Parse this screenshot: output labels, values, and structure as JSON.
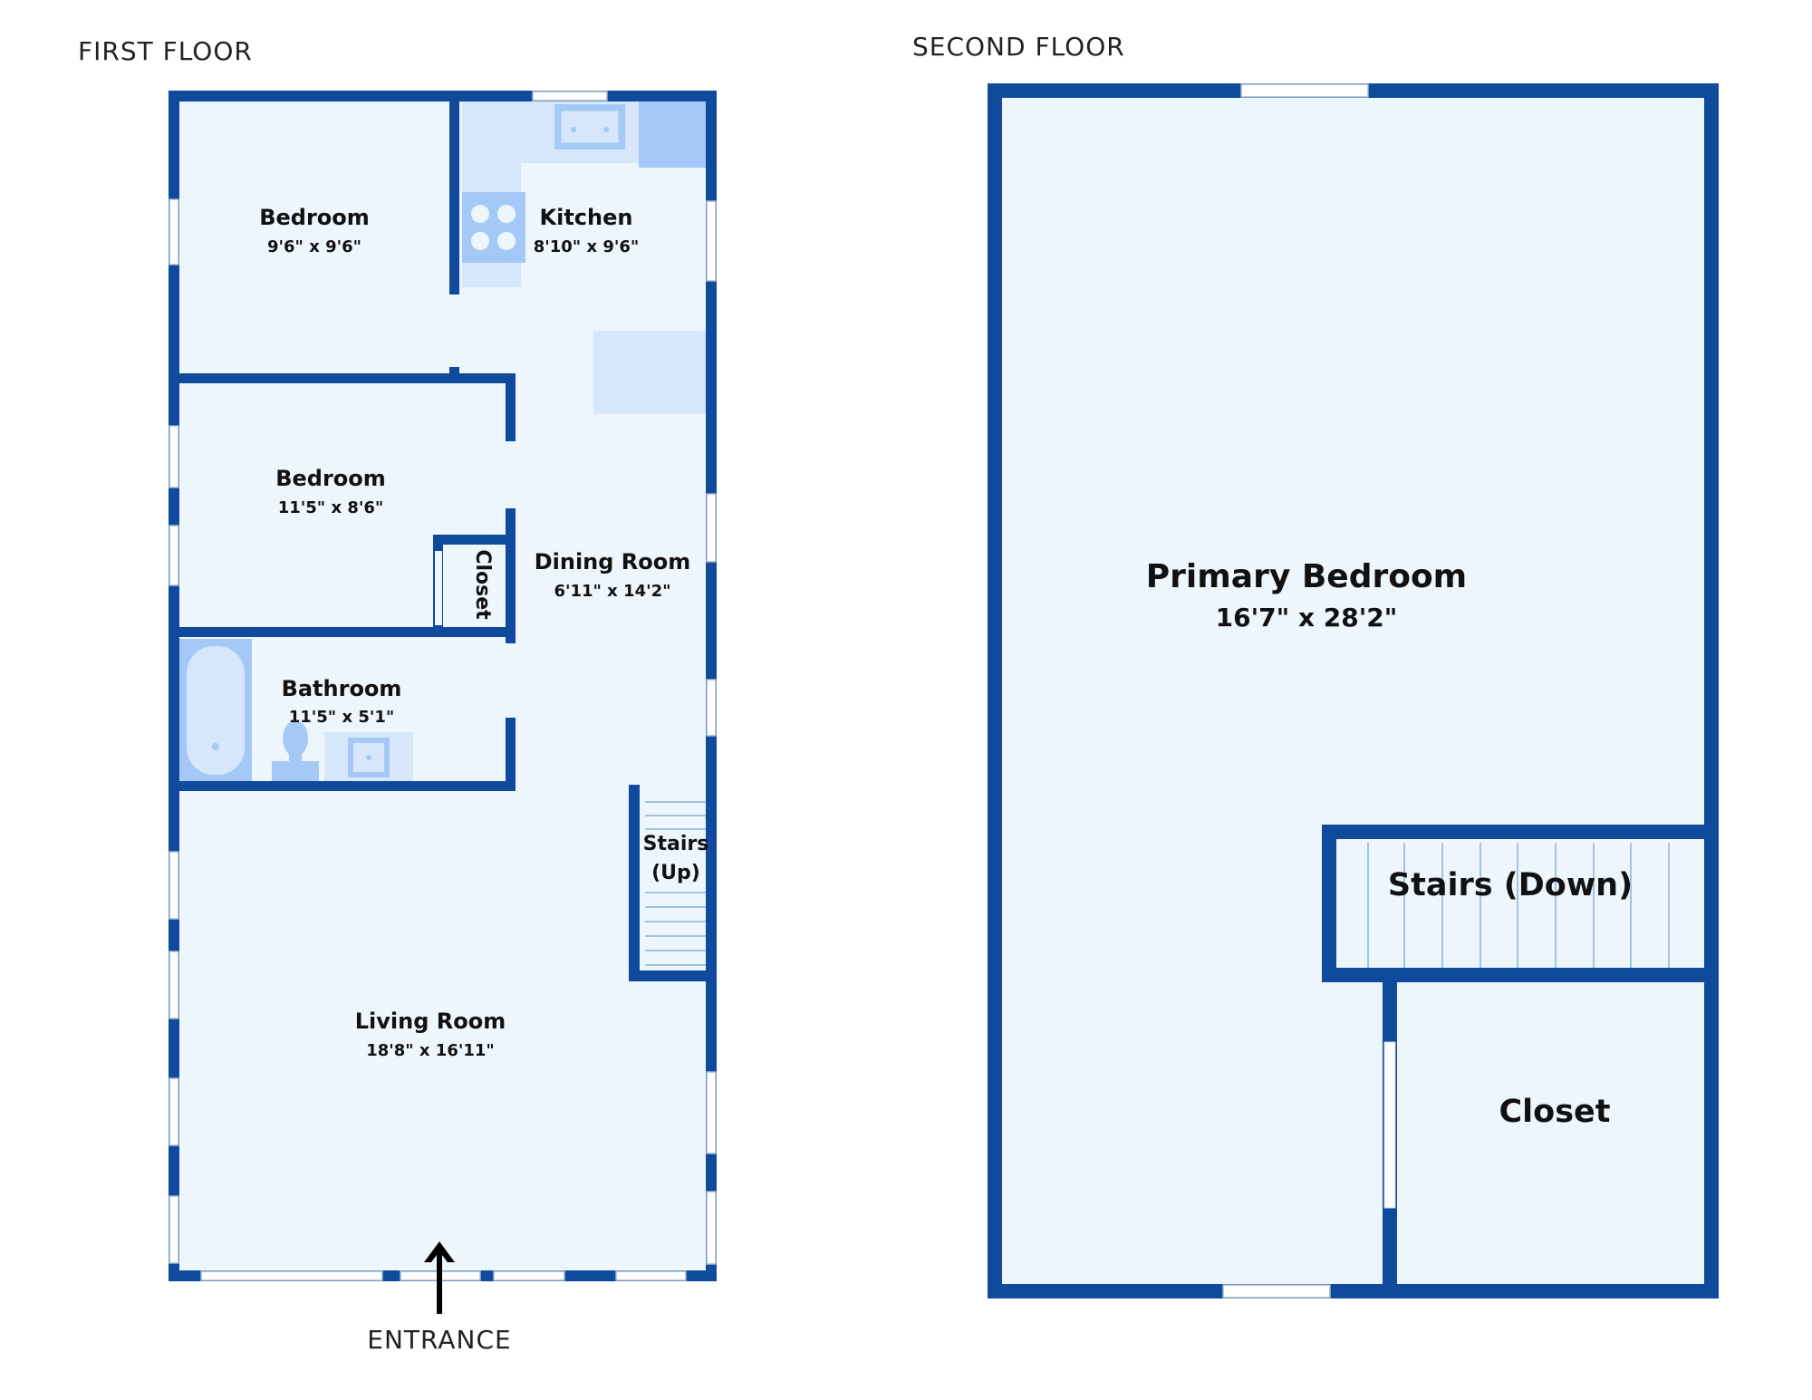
{
  "floors": [
    {
      "title": "FIRST FLOOR"
    },
    {
      "title": "SECOND FLOOR"
    }
  ],
  "first_floor": {
    "bedroom1": {
      "name": "Bedroom",
      "dims": "9'6\" x 9'6\""
    },
    "kitchen": {
      "name": "Kitchen",
      "dims": "8'10\" x 9'6\""
    },
    "bedroom2": {
      "name": "Bedroom",
      "dims": "11'5\" x 8'6\""
    },
    "closet": {
      "name": "Closet"
    },
    "dining": {
      "name": "Dining Room",
      "dims": "6'11\" x 14'2\""
    },
    "bathroom": {
      "name": "Bathroom",
      "dims": "11'5\" x 5'1\""
    },
    "stairs": {
      "line1": "Stairs",
      "line2": "(Up)"
    },
    "living": {
      "name": "Living Room",
      "dims": "18'8\" x 16'11\""
    },
    "entrance": "ENTRANCE"
  },
  "second_floor": {
    "primary": {
      "name": "Primary Bedroom",
      "dims": "16'7\" x 28'2\""
    },
    "stairs": {
      "name": "Stairs (Down)"
    },
    "closet": {
      "name": "Closet"
    }
  },
  "colors": {
    "wall": "#0f4a9c",
    "floor": "#eef6fd",
    "fixture": "#a4c9f6",
    "fixture_light": "#d6e7fb",
    "window": "#ffffff"
  }
}
